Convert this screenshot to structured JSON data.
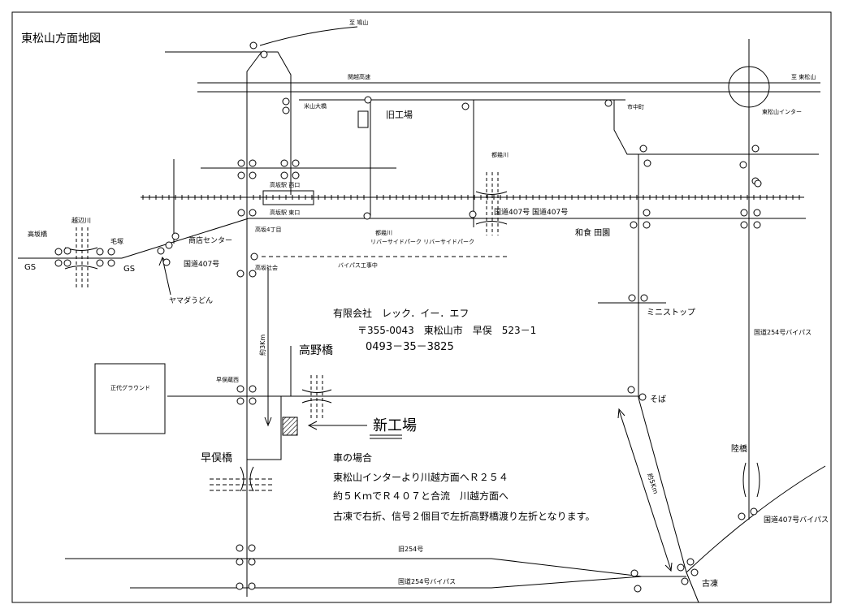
{
  "title": "東松山方面地図",
  "places": {
    "to_hatoyama": "至 鳩山",
    "to_higashimatsuyama": "至 東松山",
    "kanetsu": "関越高速",
    "yoneyama_bridge": "米山大橋",
    "old_factory": "旧工場",
    "ichinakamachi": "市中町",
    "higashimatsuyama_ic": "東松山インター",
    "tokiwagawa_top": "都幾川",
    "takasaka_west": "高坂駅 西口",
    "takasaka_east": "高坂駅 東口",
    "takasaka_4chome": "高坂4丁目",
    "tokiwagawa_low": "都幾川",
    "riverside_park": "リバーサイドパーク リバーサイドパーク",
    "r407_east": "国道407号 国道407号",
    "washoku_denen": "和食 田園",
    "takasaka_bridge": "高坂橋",
    "koshibegawa": "越辺川",
    "kebori": "毛塚",
    "gs_left": "GS",
    "gs_right": "GS",
    "shoten_center": "商店センター",
    "r407_west": "国道407号",
    "takasaka_shakaijo": "高坂社会",
    "bypass_construction": "バイパス工事中",
    "yamada_udon": "ヤマダうどん",
    "mini_stop": "ミニストップ",
    "r254_bypass_right": "国道254号バイパス",
    "approx_3km": "約3Km",
    "kouya_bridge": "高野橋",
    "shodai_ground": "正代グラウンド",
    "hayamata_nishi": "早俣蔵西",
    "soba": "そば",
    "new_factory": "新工場",
    "hayamata_bridge": "早俣橋",
    "riku_bridge": "陸橋",
    "approx_5km": "約5Km",
    "r407_bypass": "国道407号バイパス",
    "old_254": "旧254号",
    "r254_bypass_bottom": "国道254号バイパス",
    "furukori": "古凍"
  },
  "company": {
    "name": "有限会社　レック．イー．エフ",
    "address": "〒355-0043　東松山市　早俣　523－1",
    "phone": "0493－35－3825"
  },
  "directions": {
    "heading": "車の場合",
    "line1": "東松山インターより川越方面へＲ２５４",
    "line2": "約５ＫｍでＲ４０７と合流　川越方面へ",
    "line3": "古凍で右折、信号２個目で左折高野橋渡り左折となります。"
  }
}
